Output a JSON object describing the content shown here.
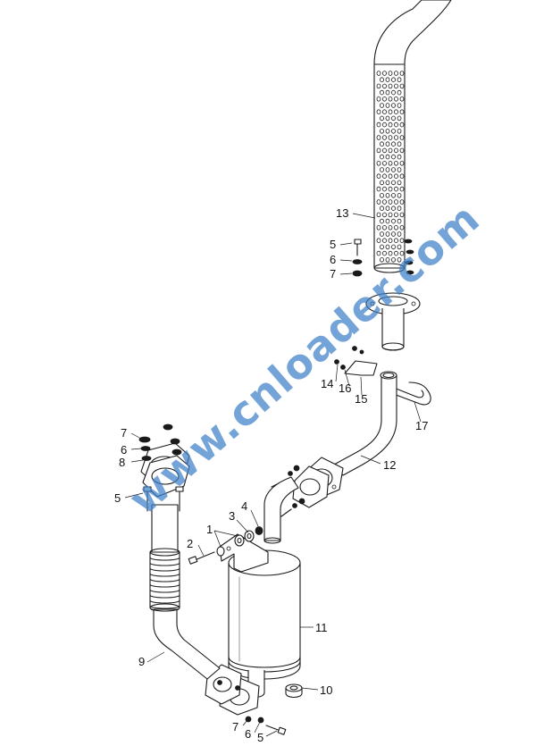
{
  "watermark": {
    "text": "www.cnloader.com",
    "color": "#3f7fc9"
  },
  "callouts": [
    {
      "id": "c1",
      "text": "1"
    },
    {
      "id": "c2",
      "text": "2"
    },
    {
      "id": "c3",
      "text": "3"
    },
    {
      "id": "c4",
      "text": "4"
    },
    {
      "id": "c5a",
      "text": "5"
    },
    {
      "id": "c5b",
      "text": "5"
    },
    {
      "id": "c5c",
      "text": "5"
    },
    {
      "id": "c6a",
      "text": "6"
    },
    {
      "id": "c6b",
      "text": "6"
    },
    {
      "id": "c6c",
      "text": "6"
    },
    {
      "id": "c7a",
      "text": "7"
    },
    {
      "id": "c7b",
      "text": "7"
    },
    {
      "id": "c7c",
      "text": "7"
    },
    {
      "id": "c8",
      "text": "8"
    },
    {
      "id": "c9",
      "text": "9"
    },
    {
      "id": "c10",
      "text": "10"
    },
    {
      "id": "c11",
      "text": "11"
    },
    {
      "id": "c12",
      "text": "12"
    },
    {
      "id": "c13",
      "text": "13"
    },
    {
      "id": "c14",
      "text": "14"
    },
    {
      "id": "c15",
      "text": "15"
    },
    {
      "id": "c16",
      "text": "16"
    },
    {
      "id": "c17",
      "text": "17"
    }
  ]
}
